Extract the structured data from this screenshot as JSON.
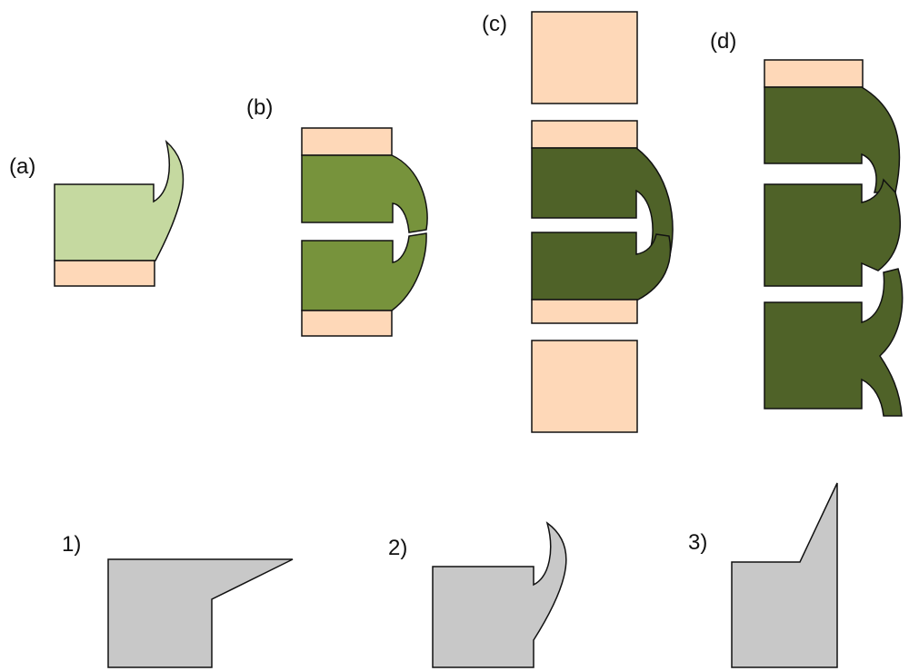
{
  "labels": {
    "a": "(a)",
    "b": "(b)",
    "c": "(c)",
    "d": "(d)",
    "one": "1)",
    "two": "2)",
    "three": "3)"
  },
  "colors": {
    "substrate": "#fed8b8",
    "light_green": "#c5d9a0",
    "mid_green": "#77933c",
    "dark_green": "#4f6228",
    "gray": "#c8c8c8",
    "outline": "#111111"
  }
}
